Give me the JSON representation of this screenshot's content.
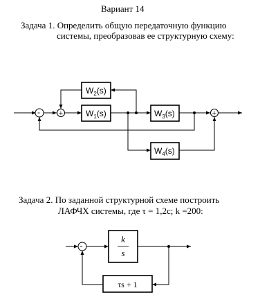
{
  "header": {
    "variant": "Вариант 14"
  },
  "task1": {
    "line1": "Задача 1. Определить общую  передаточную  функцию",
    "line2": "системы, преобразовав ее структурную схему:",
    "blocks": {
      "w2": {
        "main": "W",
        "sub": "2",
        "arg": "(s)"
      },
      "w1": {
        "main": "W",
        "sub": "1",
        "arg": "(s)"
      },
      "w3": {
        "main": "W",
        "sub": "3",
        "arg": "(s)"
      },
      "w4": {
        "main": "W",
        "sub": "4",
        "arg": "(s)"
      }
    },
    "signs": {
      "sum1_minus": "-",
      "sum2_plus": "+",
      "sum3_plus": "+"
    }
  },
  "task2": {
    "line1": "Задача 2. По заданной структурной схеме построить",
    "line2": "ЛАФЧХ системы, где   τ = 1,2с; k =200:",
    "forward_block": {
      "numerator": "k",
      "denominator": "s"
    },
    "feedback_block": {
      "label": "τs + 1"
    },
    "signs": {
      "sum_minus": "-"
    }
  }
}
